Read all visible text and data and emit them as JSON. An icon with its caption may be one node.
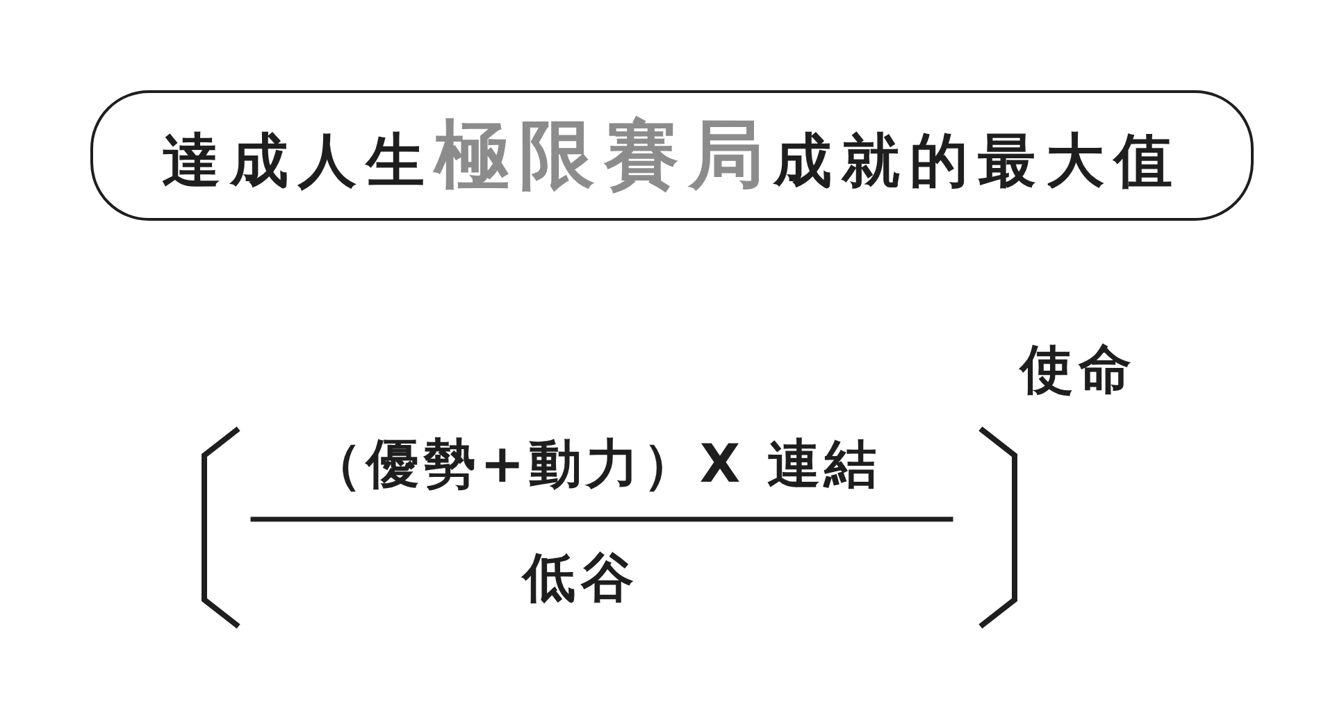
{
  "diagram": {
    "nodes": [
      {
        "text": [
          "達成人生**極限賽局**成就的最大值"
        ]
      }
    ],
    "labels": [
      "（優勢+動力）X 連結",
      "低谷",
      "使命"
    ]
  }
}
